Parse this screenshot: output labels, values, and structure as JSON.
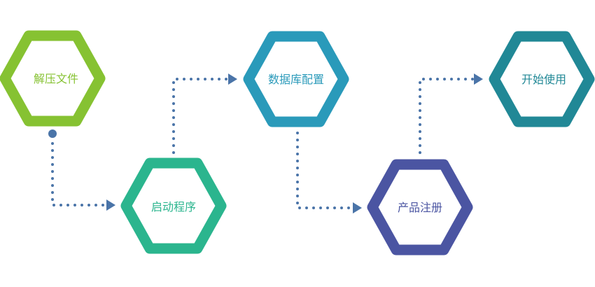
{
  "steps": [
    {
      "label": "解压文件",
      "color": "#86c232"
    },
    {
      "label": "启动程序",
      "color": "#2bb58e"
    },
    {
      "label": "数据库配置",
      "color": "#2a9aba"
    },
    {
      "label": "产品注册",
      "color": "#4b55a2"
    },
    {
      "label": "开始使用",
      "color": "#218896"
    }
  ],
  "connector_color": "#4a74a8"
}
